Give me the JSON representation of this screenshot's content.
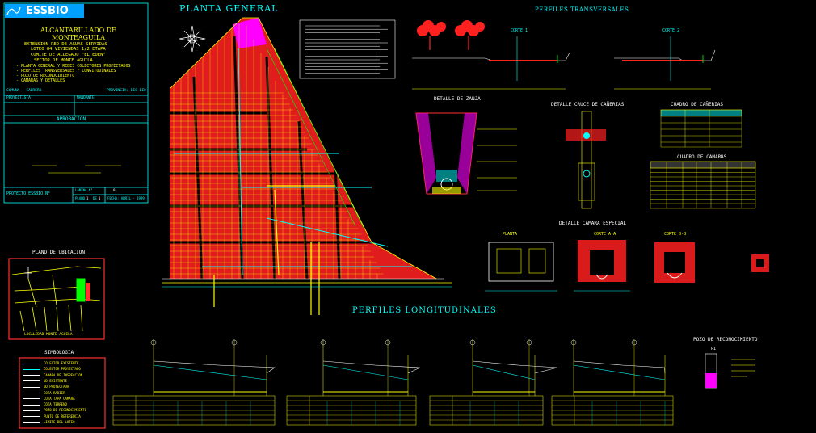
{
  "title_block": {
    "logo": "ESSBIO",
    "project_title": "ALCANTARILLADO DE MONTEAGUILA",
    "lines": [
      "EXTENSION RED DE AGUAS SERVIDAS",
      "LOTEO 84 VIVIENDAS 1/2 ETAPA",
      "COMITE DE ALLEGADO \"EL EDEN\"",
      "SECTOR DE MONTE AGUILA"
    ],
    "contents": [
      "- PLANTA GENERAL Y REDES COLECTORES PROYECTADOS",
      "- PERFILES TRANSVERSALES Y LONGITUDINALES",
      "- POZO DE RECONOCIMIENTO",
      "- CAMARAS Y DETALLES"
    ],
    "comuna_label": "COMUNA : CABRERO",
    "provincia_label": "PROVINCIA: BIO-BIO",
    "proyectista_label": "PROYECTISTA",
    "mandante_label": "MANDANTE",
    "aprobacion_label": "APROBACION",
    "proyecto_label": "PROYECTO ESSBIO N°",
    "lamina_label": "LAMINA N°",
    "lamina_value": "01",
    "plano_label": "PLANO",
    "plano_value": "1",
    "de_label": "DE",
    "de_value": "1",
    "fecha_label": "FECHA: ABRIL - 1999"
  },
  "headings": {
    "planta_general": "PLANTA GENERAL",
    "perfiles_transversales": "PERFILES TRANSVERSALES",
    "perfiles_longitudinales": "PERFILES LONGITUDINALES",
    "detalle_zanja": "DETALLE DE ZANJA",
    "detalle_cruce": "DETALLE CRUCE DE CAÑERIAS",
    "cuadro_canerias": "CUADRO DE CAÑERIAS",
    "cuadro_camaras": "CUADRO DE CAMARAS",
    "detalle_camara": "DETALLE CAMARA ESPECIAL",
    "plano_ubicacion": "PLANO DE UBICACION",
    "simbologia": "SIMBOLOGIA",
    "pozo_reconocimiento": "POZO DE RECONOCIMIENTO",
    "corte_1": "CORTE 1",
    "corte_2": "CORTE 2",
    "planta_small": "PLANTA",
    "corte_aa": "CORTE A-A",
    "corte_bb": "CORTE B-B",
    "localidad": "LOCALIDAD MONTE AGUILA",
    "p1": "P1"
  },
  "simbologia_items": [
    "COLECTOR EXISTENTE",
    "COLECTOR PROYECTADO",
    "CAMARA DE INSPECCION",
    "UD EXISTENTE",
    "UD PROYECTADA",
    "COTA RADIER",
    "COTA TAPA CAMARA",
    "COTA TERRENO",
    "POZO DE RECONOCIMIENTO",
    "PUNTO DE REFERENCIA",
    "LIMITE DEL LOTEO"
  ],
  "colors": {
    "background": "#000000",
    "lines_yellow": "#ffff00",
    "lines_cyan": "#00ffff",
    "lines_red": "#ff2020",
    "accent_magenta": "#ff00ff",
    "text_white": "#ffffff"
  }
}
